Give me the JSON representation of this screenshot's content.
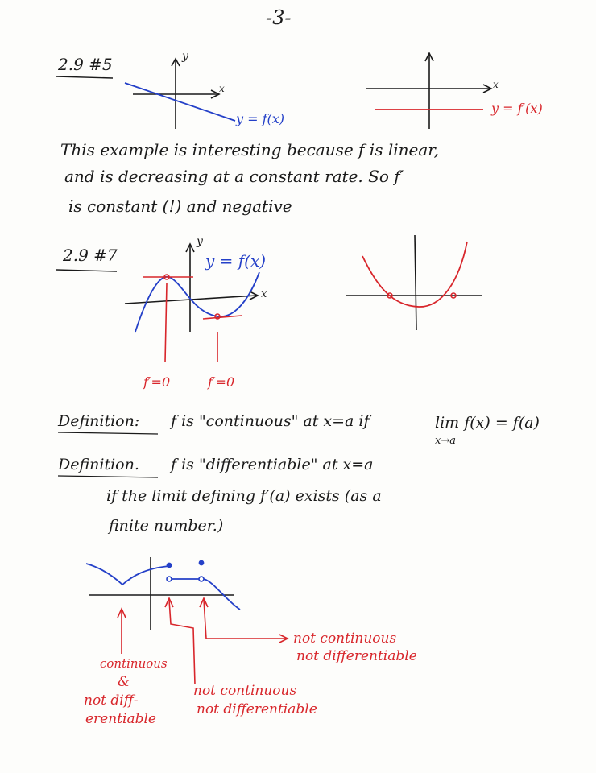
{
  "page_number": "-3-",
  "ex1": {
    "heading": "2.9 #5",
    "axis_y": "y",
    "axis_x": "x",
    "f_label": "y = f(x)",
    "fprime_label": "y = f′(x)",
    "text_line1": "This example is interesting because f is linear,",
    "text_line2": "and is decreasing at a constant rate.  So f′",
    "text_line3": "is constant (!) and negative"
  },
  "ex2": {
    "heading": "2.9 #7",
    "axis_y": "y",
    "axis_x": "x",
    "f_label": "y = f(x)",
    "fprime_zero_1": "f′=0",
    "fprime_zero_2": "f′=0"
  },
  "definitions": {
    "def1_word": "Definition:",
    "def1_text": "f is \"continuous\" at x=a if",
    "def1_lim": "lim f(x) = f(a)",
    "def1_sub": "x→a",
    "def2_word": "Definition.",
    "def2_text": "f is \"differentiable\" at x=a",
    "def2_line2": "if the limit defining f′(a) exists  (as a",
    "def2_line3": "finite number.)"
  },
  "ex3": {
    "label_a_1": "continuous",
    "label_a_2": "&",
    "label_a_3": "not diff-",
    "label_a_4": "erentiable",
    "label_b_1": "not continuous",
    "label_b_2": "not differentiable",
    "label_c_1": "not continuous",
    "label_c_2": "not differentiable"
  }
}
